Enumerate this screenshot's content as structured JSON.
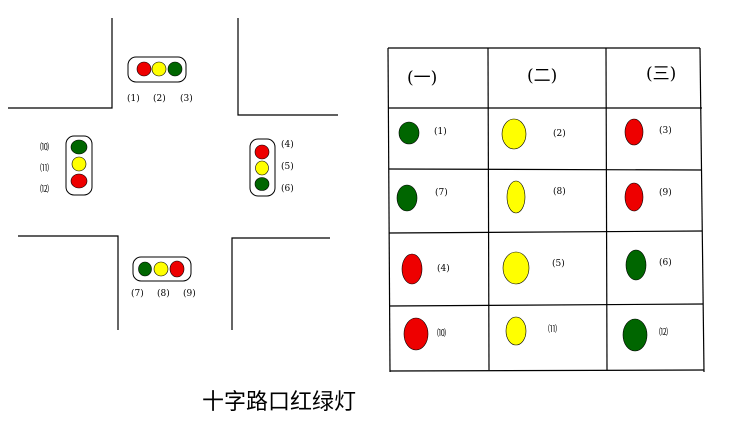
{
  "caption": "十字路口红绿灯",
  "colors": {
    "red": "#ee0000",
    "yellow": "#ffff00",
    "green": "#006600",
    "line": "#000000"
  },
  "intersection": {
    "north": [
      "red",
      "yellow",
      "green"
    ],
    "north_labels": [
      "(1)",
      "(2)",
      "(3)"
    ],
    "east": [
      "red",
      "yellow",
      "green"
    ],
    "east_labels": [
      "(4)",
      "(5)",
      "(6)"
    ],
    "south": [
      "green",
      "yellow",
      "red"
    ],
    "south_labels": [
      "(7)",
      "(8)",
      "(9)"
    ],
    "west": [
      "green",
      "yellow",
      "red"
    ],
    "west_labels": [
      "⑽",
      "⑾",
      "⑿"
    ]
  },
  "table": {
    "headers": [
      "(一)",
      "(二)",
      "(三)"
    ],
    "rows": [
      [
        {
          "color": "green",
          "label": "(1)"
        },
        {
          "color": "yellow",
          "label": "(2)"
        },
        {
          "color": "red",
          "label": "(3)"
        }
      ],
      [
        {
          "color": "green",
          "label": "(7)"
        },
        {
          "color": "yellow",
          "label": "(8)"
        },
        {
          "color": "red",
          "label": "(9)"
        }
      ],
      [
        {
          "color": "red",
          "label": "(4)"
        },
        {
          "color": "yellow",
          "label": "(5)"
        },
        {
          "color": "green",
          "label": "(6)"
        }
      ],
      [
        {
          "color": "red",
          "label": "⑽"
        },
        {
          "color": "yellow",
          "label": "⑾"
        },
        {
          "color": "green",
          "label": "⑿"
        }
      ]
    ]
  }
}
